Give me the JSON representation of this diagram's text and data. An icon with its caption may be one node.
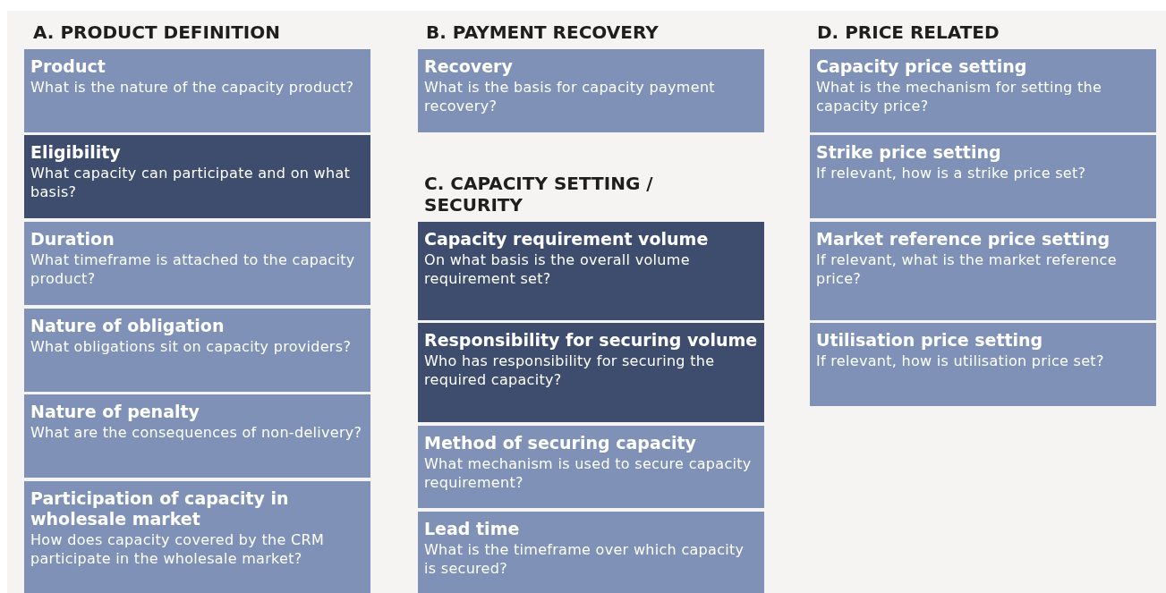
{
  "diagram": {
    "nodes": [
      {
        "text": [
          "Product",
          "What is the nature of the capacity product?"
        ]
      },
      {
        "text": [
          "Eligibility",
          "What capacity can participate and on what basis?"
        ]
      },
      {
        "text": [
          "Duration",
          "What timeframe is attached to the capacity product?"
        ]
      },
      {
        "text": [
          "Nature of obligation",
          "What obligations sit on capacity providers?"
        ]
      },
      {
        "text": [
          "Nature of penalty",
          "What are the consequences of non-delivery?"
        ]
      },
      {
        "text": [
          "Participation of capacity in wholesale market",
          "How does capacity covered by the CRM participate in the wholesale market?"
        ]
      },
      {
        "text": [
          "Recovery",
          "What is the basis for capacity payment recovery?"
        ]
      },
      {
        "text": [
          "Capacity requirement volume",
          "On what basis is the overall volume requirement set?"
        ]
      },
      {
        "text": [
          "Responsibility for securing volume",
          "Who has responsibility for securing the required capacity?"
        ]
      },
      {
        "text": [
          "Method of securing capacity",
          "What mechanism is used to secure capacity requirement?"
        ]
      },
      {
        "text": [
          "Lead time",
          "What is the timeframe over which capacity is secured?"
        ]
      },
      {
        "text": [
          "Capacity price setting",
          "What is the mechanism for setting the capacity price?"
        ]
      },
      {
        "text": [
          "Strike price setting",
          "If relevant, how is a strike price set?"
        ]
      },
      {
        "text": [
          "Market reference price setting",
          "If relevant, what is the market reference price?"
        ]
      },
      {
        "text": [
          "Utilisation price setting",
          "If relevant, how is utilisation price set?"
        ]
      }
    ],
    "labels": [
      "A. PRODUCT DEFINITION",
      "B. PAYMENT RECOVERY",
      "D. PRICE RELATED",
      "C. CAPACITY SETTING / SECURITY"
    ]
  }
}
